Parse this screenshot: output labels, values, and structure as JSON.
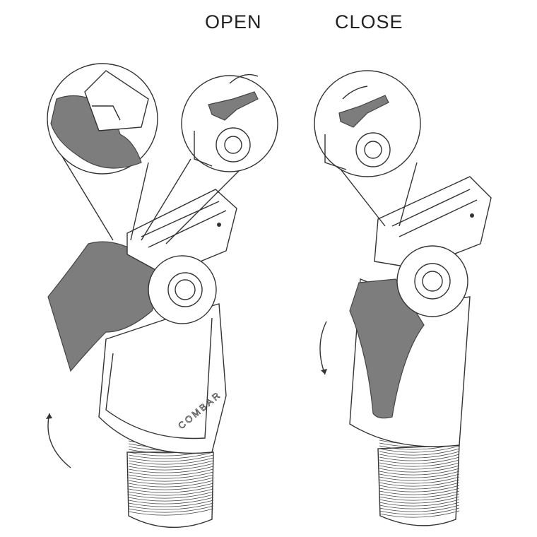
{
  "labels": {
    "open": "OPEN",
    "close": "CLOSE"
  },
  "brand": "COMBAR",
  "colors": {
    "part_gray": "#7d7d7d",
    "line": "#333333",
    "background": "#ffffff"
  }
}
